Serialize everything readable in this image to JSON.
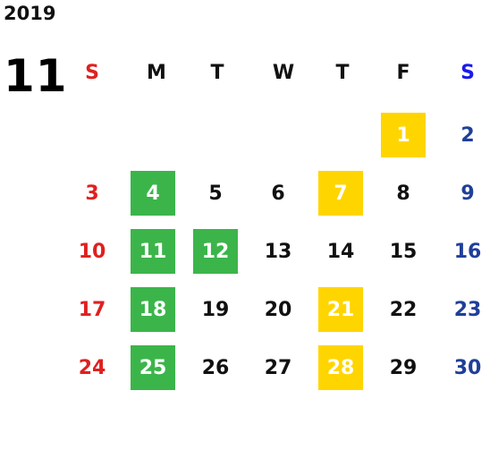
{
  "calendar": {
    "year": "2019",
    "month": "11",
    "weekdays": [
      "S",
      "M",
      "T",
      "W",
      "T",
      "F",
      "S"
    ],
    "colors": {
      "sunday": "#e02020",
      "saturday": "#1f3f99",
      "saturday_header": "#1a1aee",
      "weekday": "#111111",
      "green_highlight": "#3bb54a",
      "yellow_highlight": "#ffd500"
    },
    "weeks": [
      [
        "",
        "",
        "",
        "",
        "",
        "1",
        "2"
      ],
      [
        "3",
        "4",
        "5",
        "6",
        "7",
        "8",
        "9"
      ],
      [
        "10",
        "11",
        "12",
        "13",
        "14",
        "15",
        "16"
      ],
      [
        "17",
        "18",
        "19",
        "20",
        "21",
        "22",
        "23"
      ],
      [
        "24",
        "25",
        "26",
        "27",
        "28",
        "29",
        "30"
      ]
    ],
    "green_days": [
      "4",
      "11",
      "12",
      "18",
      "25"
    ],
    "yellow_days": [
      "1",
      "7",
      "21",
      "28"
    ]
  }
}
